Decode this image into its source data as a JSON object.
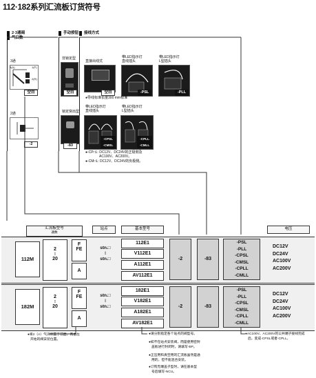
{
  "title": "112·182系列汇流板订货符号",
  "headers": {
    "ports": "2·3通阀\n气口数",
    "manual": "手动按钮",
    "wiring": "接线方式"
  },
  "ports": {
    "three_way_label": "3通",
    "three_way_codes": [
      "3(A)",
      "1(P)",
      "2(R)"
    ],
    "three_way_tag": "空白",
    "two_way_label": "2通",
    "two_way_tag": "-2"
  },
  "manual": {
    "nonlock_label": "非锁定型",
    "nonlock_tag": "空白",
    "lock_label": "锁定突出型",
    "lock_tag": "-83"
  },
  "wiring": {
    "direct_label": "直接出线式",
    "direct_tag": "空白",
    "led_straight_label": "带LED指示灯\n直线插头",
    "led_straight_tag": "-PSL",
    "led_l_label": "带LED指示灯\nL型插头",
    "led_l_tag": "-PLL",
    "lead_note": "●导线标准长度300 mm标准",
    "led2_straight_label": "带LED指示灯\n直线插头",
    "led2_l_label": "带LED指示灯\nL型插头",
    "cp_note_1": "●-CP□L: DC12V、DC24V的正极侧及",
    "cp_note_2": "AC100V、AC200V。",
    "cm_note": "●-CM□L: DC12V、DC24V的负极侧。",
    "tags_row2": [
      "-CPSL",
      "-CMSL",
      "-CPLL",
      "-CMLL"
    ]
  },
  "table": {
    "headers": {
      "manifold": "汇流板型号",
      "manifold_sub": "通数",
      "station": "站点",
      "base": "基本型号",
      "voltage": "电压"
    },
    "rows": [
      {
        "model": "112M",
        "stations_top": "2",
        "stations_mid": "⁝",
        "stations_bot": "20",
        "flags": [
          "F",
          "FE",
          "A"
        ],
        "stn": [
          "stn.□",
          "⁝",
          "stn.□"
        ],
        "bases": [
          "112E1",
          "V112E1",
          "A112E1",
          "AV112E1"
        ],
        "opt1": "-2",
        "opt2": "-83",
        "wiring": [
          "-PSL",
          "-PLL",
          "-CPSL",
          "-CMSL",
          "-CPLL",
          "-CMLL"
        ],
        "voltages": [
          "DC12V",
          "DC24V",
          "AC100V",
          "AC200V"
        ]
      },
      {
        "model": "182M",
        "stations_top": "2",
        "stations_mid": "⁝",
        "stations_bot": "20",
        "flags": [
          "F",
          "FE",
          "A"
        ],
        "stn": [
          "stn.□",
          "⁝",
          "stn.□"
        ],
        "bases": [
          "182E1",
          "V182E1",
          "A182E1",
          "AV182E1"
        ],
        "opt1": "-2",
        "opt2": "-83",
        "wiring": [
          "-PSL",
          "-PLL",
          "-CPSL",
          "-CMSL",
          "-CPLL",
          "-CMLL"
        ],
        "voltages": [
          "DC12V",
          "DC24V",
          "AC100V",
          "AC200V"
        ]
      }
    ]
  },
  "notes": {
    "left_1": "●将2（A）气口侧置于前面，再由左",
    "left_2": "开始的阀安装位置。",
    "mid_1": "●请分别指定各个站点的阀型号。",
    "mid_2": "●如不在站点安装阀，而是使用密封",
    "mid_3": "盖板进行封闭时，请填写-BP。",
    "mid_4": "●正压用和真空用的汇流板虽然是通",
    "mid_5": "用的，但不能混合安装。",
    "mid_6": "●订购无端盖子型时，请在基本型",
    "mid_7": "号后填写-NCU。",
    "right_1": "●AC100V、AC200V的公共端子接线完成",
    "right_2": "后，变成-CPSL或者-CPLL。"
  }
}
